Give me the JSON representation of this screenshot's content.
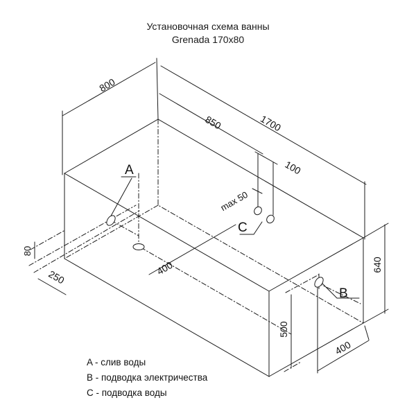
{
  "title": {
    "line1": "Установочная схема ванны",
    "line2": "Grenada 170x80"
  },
  "dimensions": {
    "width_800": "800",
    "length_1700": "1700",
    "dist_850": "850",
    "dist_100": "100",
    "max_50": "max 50",
    "depth_80": "80",
    "offset_250": "250",
    "offset_400": "400",
    "height_640": "640",
    "height_500": "500",
    "side_400": "400"
  },
  "markers": {
    "a": "A",
    "b": "B",
    "c": "C"
  },
  "legend": {
    "a": "A - слив воды",
    "b": "B - подводка электричества",
    "c": "C - подводка воды"
  }
}
